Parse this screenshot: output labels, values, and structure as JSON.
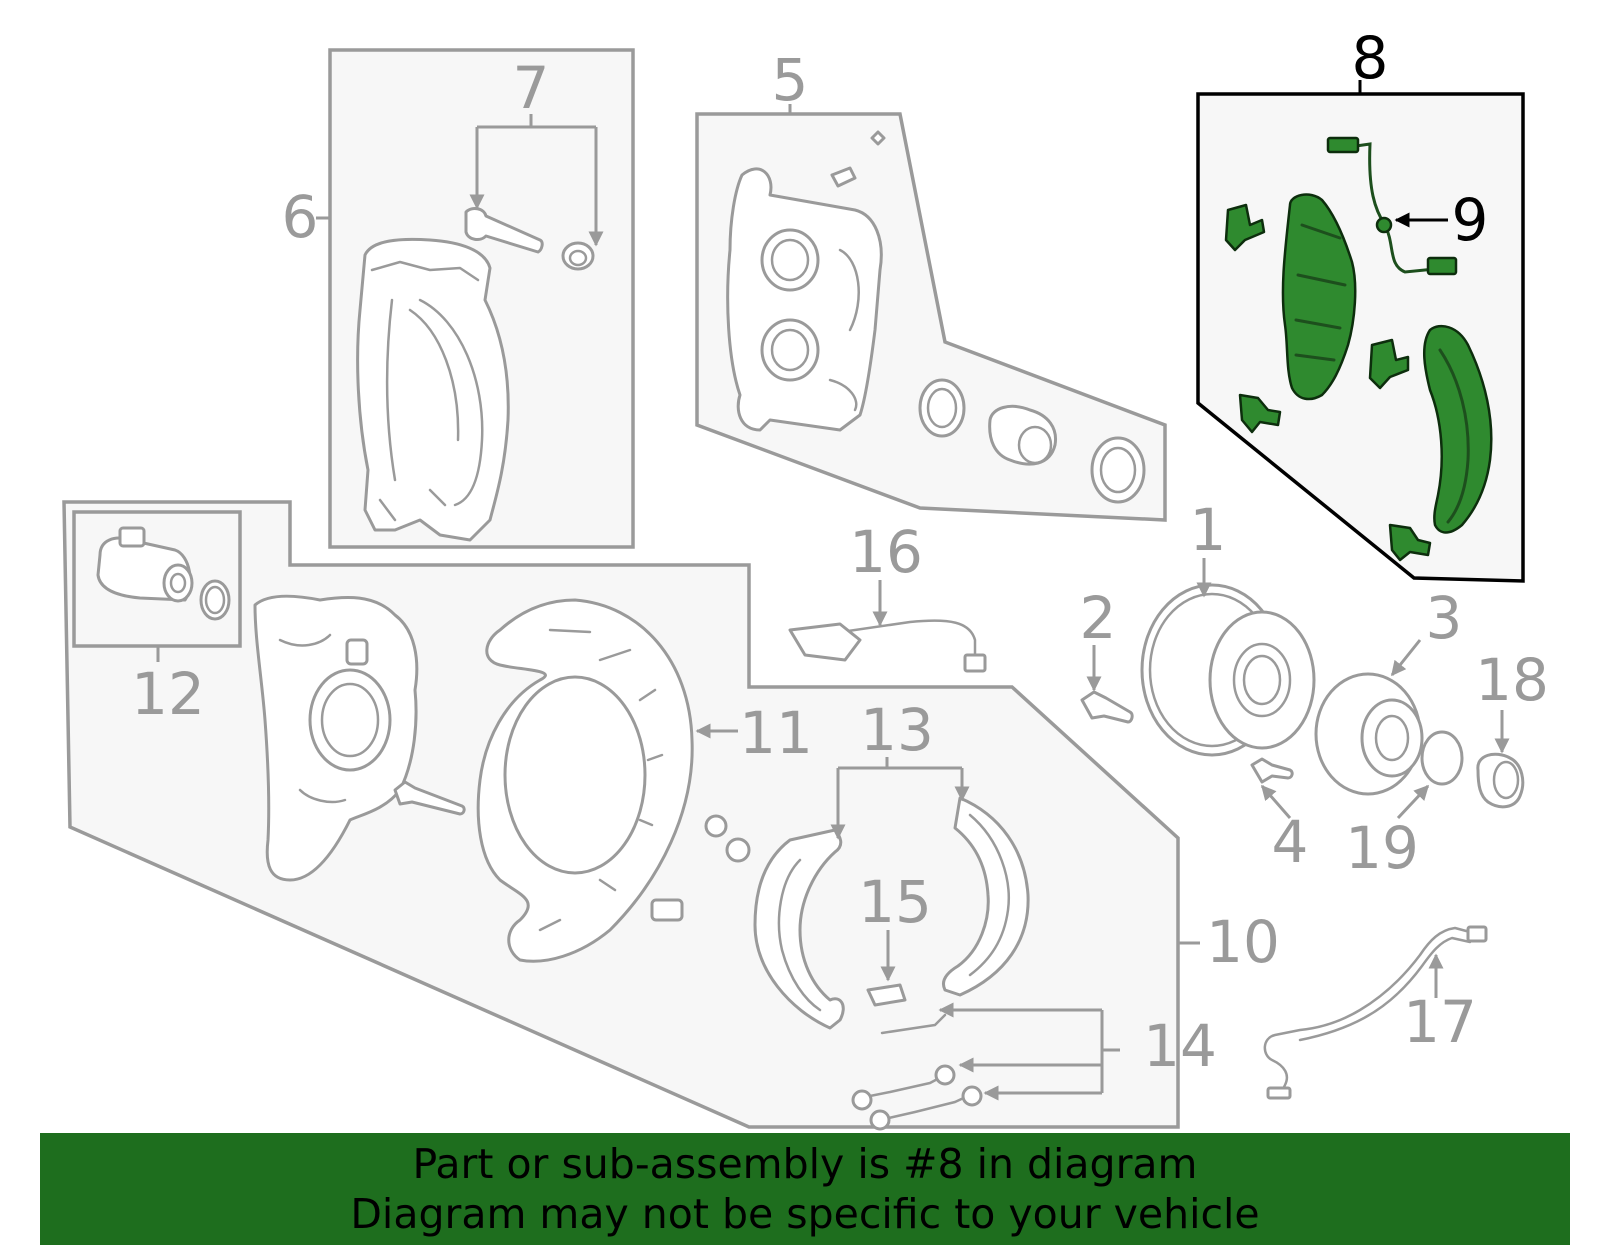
{
  "callouts": {
    "c1": "1",
    "c2": "2",
    "c3": "3",
    "c4": "4",
    "c5": "5",
    "c6": "6",
    "c7": "7",
    "c8": "8",
    "c9": "9",
    "c10": "10",
    "c11": "11",
    "c12": "12",
    "c13": "13",
    "c14": "14",
    "c15": "15",
    "c16": "16",
    "c17": "17",
    "c18": "18",
    "c19": "19"
  },
  "highlighted_part": "8",
  "colors": {
    "highlight_fill": "#2f8a2f",
    "banner_background": "#1e6e1e",
    "inactive_lines": "#9a9a9a",
    "active_lines": "#000000"
  },
  "banner": {
    "line1": "Part or sub-assembly is #8 in diagram",
    "line2": "Diagram may not be specific to your vehicle"
  }
}
